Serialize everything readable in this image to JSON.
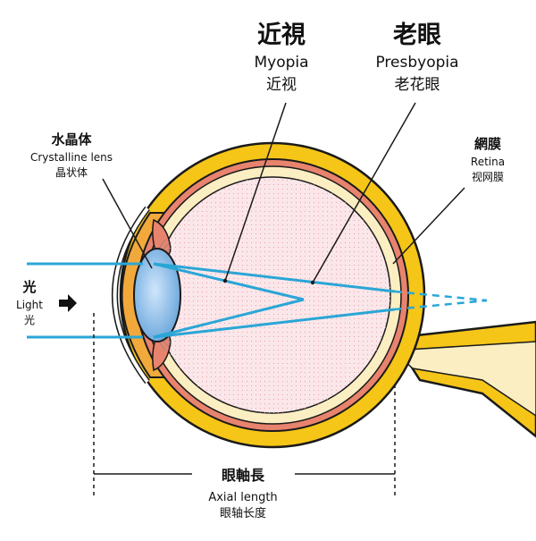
{
  "colors": {
    "sclera": "#f5c518",
    "outline": "#1a1a1a",
    "choroid": "#e8836e",
    "retina": "#fbeec2",
    "vitreous": "#fbe7ea",
    "light_ray": "#2aa6d6",
    "lens_center": "#cfe6fb",
    "lens_edge": "#5f9fd8",
    "cornea_chamber": "#f2a93b"
  },
  "labels": {
    "myopia": {
      "ja": "近視",
      "en": "Myopia",
      "zh": "近视"
    },
    "presbyopia": {
      "ja": "老眼",
      "en": "Presbyopia",
      "zh": "老花眼"
    },
    "lens": {
      "ja": "水晶体",
      "en": "Crystalline lens",
      "zh": "晶状体"
    },
    "retina": {
      "ja": "網膜",
      "en": "Retina",
      "zh": "视网膜"
    },
    "light": {
      "ja": "光",
      "en": "Light",
      "zh": "光"
    },
    "axial_length": {
      "ja": "眼軸長",
      "en": "Axial length",
      "zh": "眼轴长度"
    }
  },
  "icons": {
    "light_direction": "right-arrow-icon"
  }
}
